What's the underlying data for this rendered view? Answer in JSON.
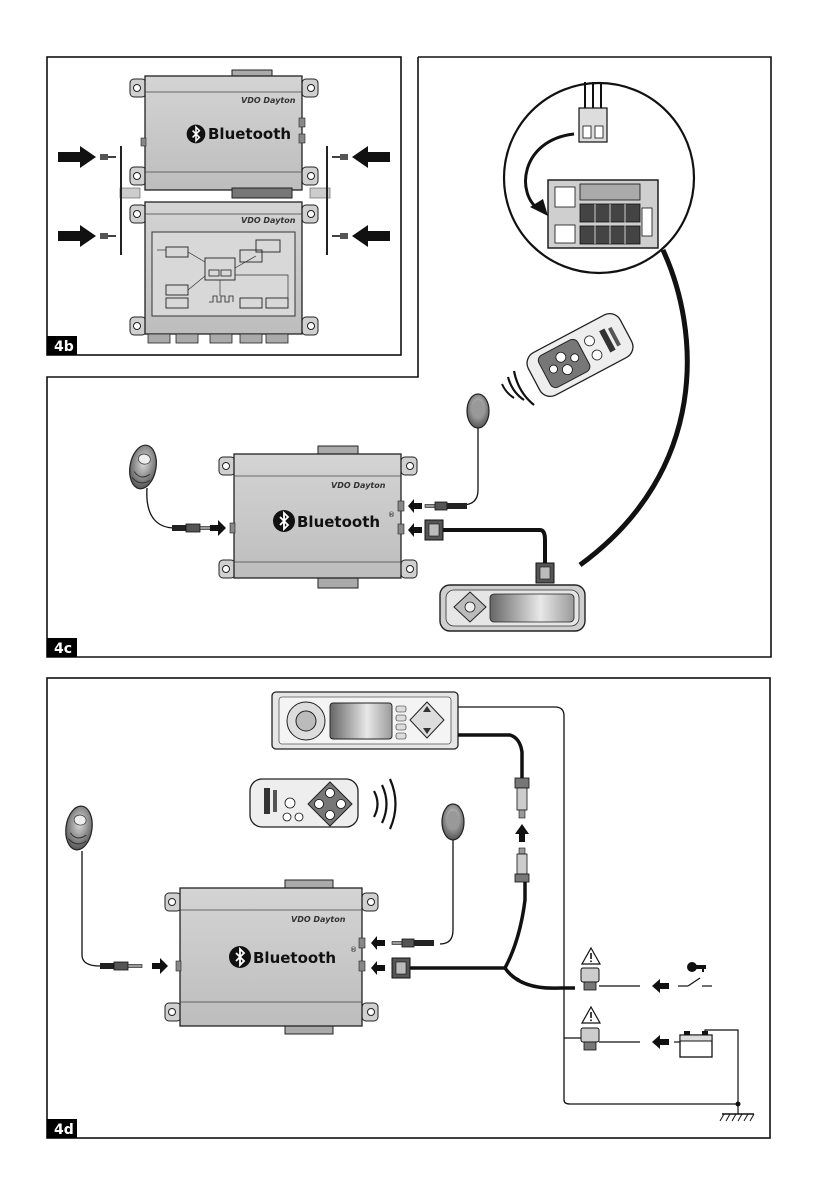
{
  "panels": {
    "p4b": {
      "label": "4b"
    },
    "p4c": {
      "label": "4c"
    },
    "p4d": {
      "label": "4d"
    }
  },
  "device": {
    "bluetooth_label": "Bluetooth",
    "registered_mark": "®",
    "brand_label": "VDO Dayton"
  },
  "icons": {
    "bluetooth": "bluetooth-rune-icon",
    "warning": "warning-triangle-icon",
    "arrow": "push-arrow-icon",
    "ground": "ground-symbol-icon"
  },
  "colors": {
    "housing": "#c9c9c9",
    "housing_stroke": "#222222",
    "cable": "#111111",
    "label_bg": "#000000"
  }
}
